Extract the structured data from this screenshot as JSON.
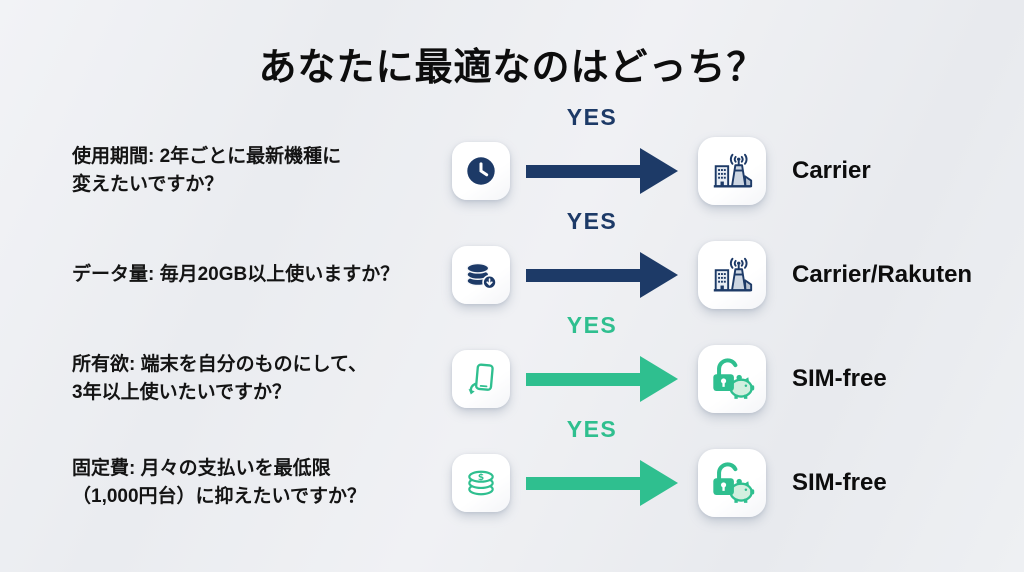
{
  "page": {
    "title": "あなたに最適なのはどっち？"
  },
  "colors": {
    "navy_accent": "#1d3a67",
    "green_accent": "#2fbf8f",
    "background": "#edeff2",
    "tile": "#ffffff",
    "text": "#111111"
  },
  "rows": [
    {
      "question": "使用期間: 2年ごとに最新機種に\n変えたいですか？",
      "question_icon": "clock-icon",
      "yes_label": "YES",
      "result_icon": "carrier-building-icon",
      "result": "Carrier",
      "theme": "navy"
    },
    {
      "question": "データ量: 毎月20GB以上使いますか？",
      "question_icon": "data-stack-icon",
      "yes_label": "YES",
      "result_icon": "carrier-building-icon",
      "result": "Carrier/Rakuten",
      "theme": "navy"
    },
    {
      "question": "所有欲: 端末を自分のものにして、\n3年以上使いたいですか？",
      "question_icon": "phone-in-hand-icon",
      "yes_label": "YES",
      "result_icon": "unlock-piggybank-icon",
      "result": "SIM-free",
      "theme": "green"
    },
    {
      "question": "固定費: 月々の支払いを最低限\n（1,000円台）に抑えたいですか？",
      "question_icon": "coin-stack-icon",
      "yes_label": "YES",
      "result_icon": "unlock-piggybank-icon",
      "result": "SIM-free",
      "theme": "green"
    }
  ]
}
